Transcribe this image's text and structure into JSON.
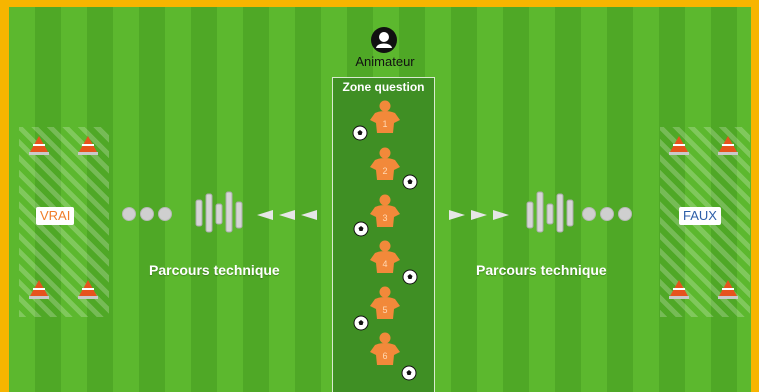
{
  "animateur": {
    "label": "Animateur",
    "icon": "user-icon"
  },
  "question_zone": {
    "title": "Zone question"
  },
  "answers": {
    "left": "VRAI",
    "right": "FAUX"
  },
  "parcours": {
    "left": "Parcours technique",
    "right": "Parcours technique"
  },
  "players": [
    "1",
    "2",
    "3",
    "4",
    "5",
    "6"
  ],
  "colors": {
    "border": "#f7b500",
    "pitch_light": "#5cb82e",
    "pitch_dark": "#4fa826",
    "player": "#f2893a",
    "vrai": "#f07d29",
    "faux": "#2d5ea8",
    "cone": "#e6531d"
  }
}
